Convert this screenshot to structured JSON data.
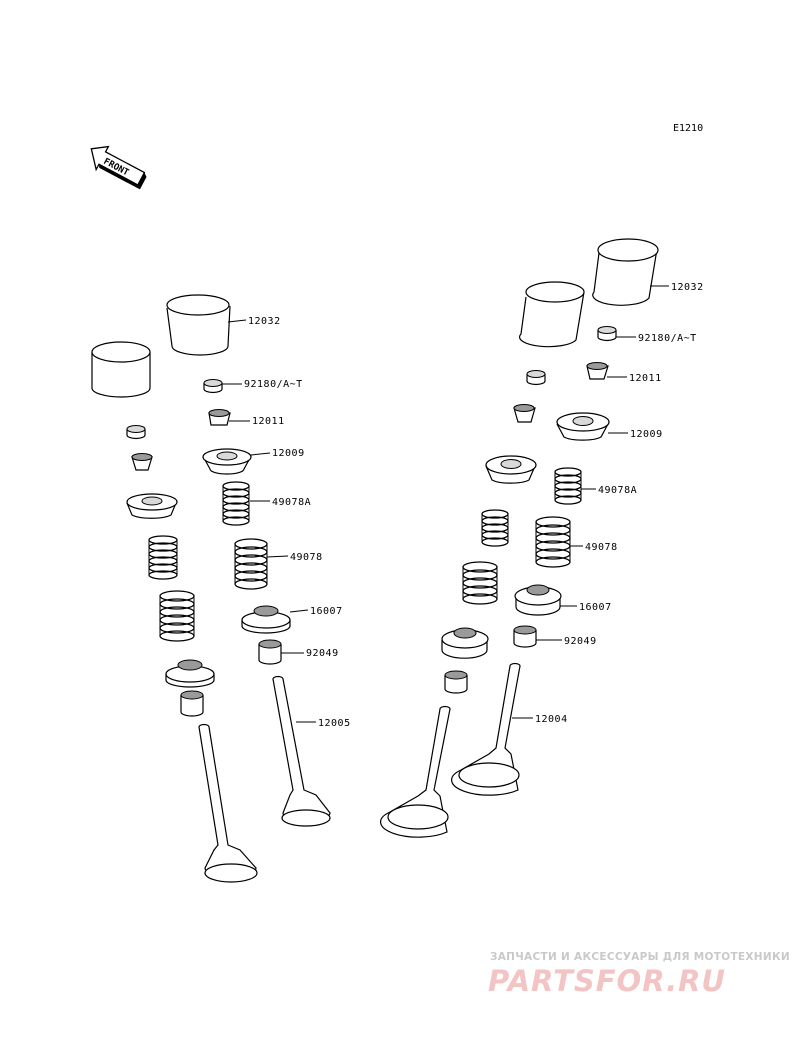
{
  "diagram_code": "E1210",
  "front_label": "FRONT",
  "callouts": {
    "left": {
      "tappet": "12032",
      "shim": "92180/A~T",
      "cotter": "12011",
      "retainer": "12009",
      "spring_inner": "49078A",
      "spring_outer": "49078",
      "seat": "16007",
      "seal": "92049",
      "valve": "12005"
    },
    "right": {
      "tappet": "12032",
      "shim": "92180/A~T",
      "cotter": "12011",
      "retainer": "12009",
      "spring_inner": "49078A",
      "spring_outer": "49078",
      "seat": "16007",
      "seal": "92049",
      "valve": "12004"
    }
  },
  "watermark": {
    "tagline": "ЗАПЧАСТИ И АКСЕССУАРЫ ДЛЯ МОТОТЕХНИКИ",
    "logo": "PARTSFOR.RU"
  }
}
